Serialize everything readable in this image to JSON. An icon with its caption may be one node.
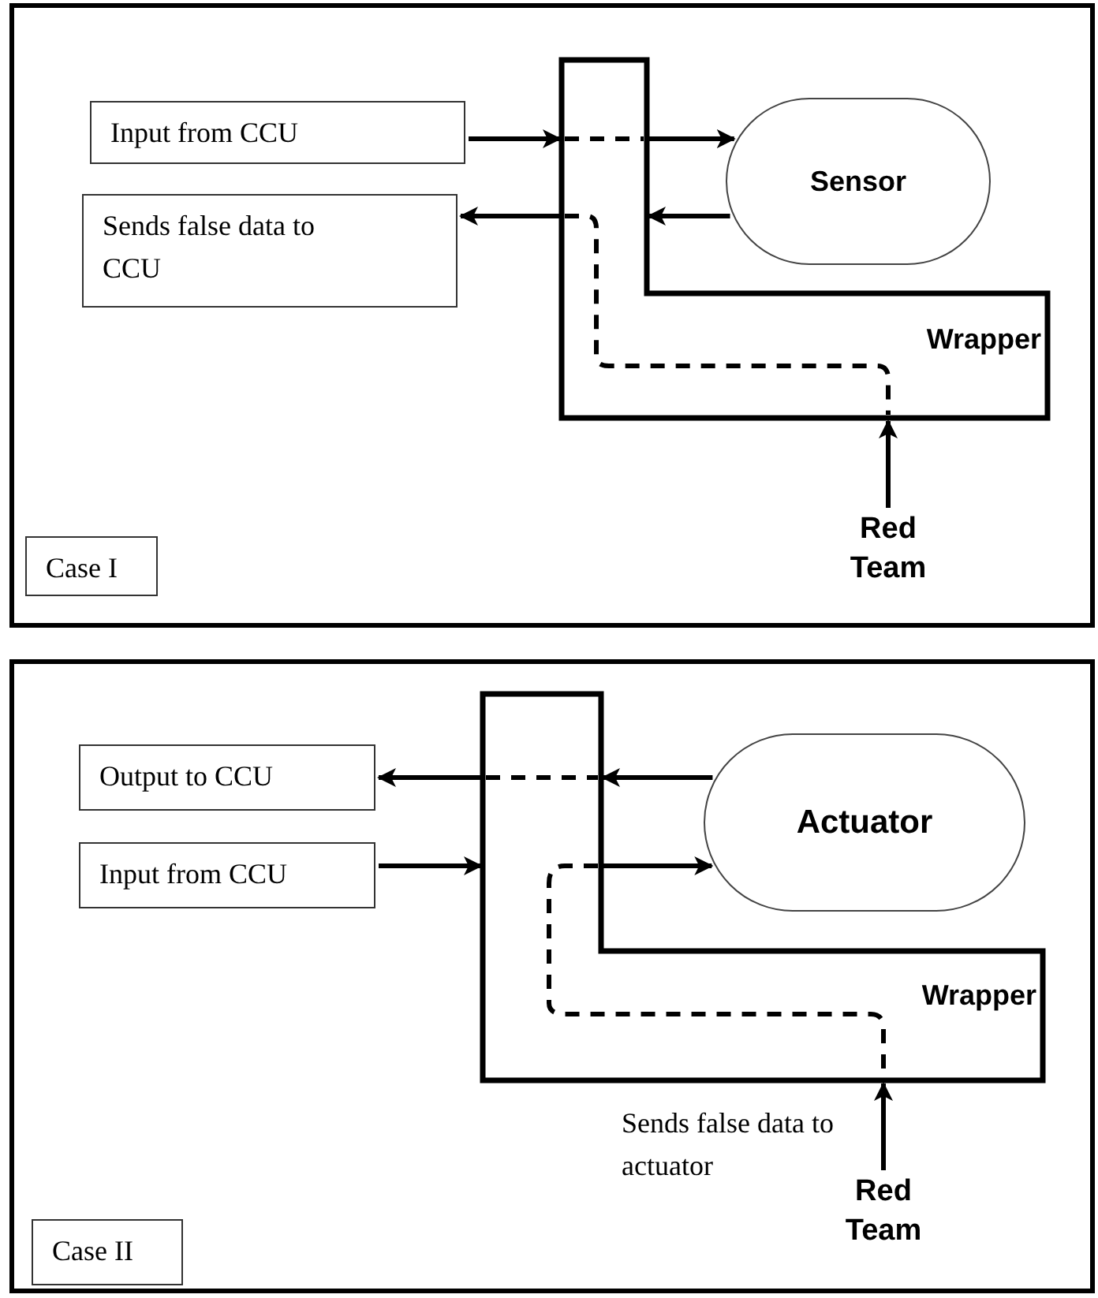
{
  "diagram": {
    "nodes": [
      {
        "text": [
          "Input from CCU"
        ]
      },
      {
        "text": [
          "Sends false data to CCU"
        ]
      },
      {
        "text": [
          "Sensor"
        ]
      },
      {
        "text": [
          "Wrapper"
        ]
      },
      {
        "text": [
          "Red Team"
        ]
      },
      {
        "text": [
          "Case I"
        ]
      },
      {
        "text": [
          "Output to CCU"
        ]
      },
      {
        "text": [
          "Input from CCU"
        ]
      },
      {
        "text": [
          "Actuator"
        ]
      },
      {
        "text": [
          "Wrapper"
        ]
      },
      {
        "text": [
          "Red Team"
        ]
      },
      {
        "text": [
          "Case II"
        ]
      }
    ],
    "edges": [
      {
        "from": 0,
        "to": 3,
        "arrow": "to"
      },
      {
        "from": 3,
        "to": 2,
        "arrow": "to"
      },
      {
        "from": 2,
        "to": 3,
        "arrow": "to"
      },
      {
        "from": 3,
        "to": 1,
        "arrow": "to"
      },
      {
        "from": 4,
        "to": 3,
        "arrow": "to"
      },
      {
        "from": 8,
        "to": 9,
        "arrow": "to"
      },
      {
        "from": 9,
        "to": 6,
        "arrow": "to"
      },
      {
        "from": 7,
        "to": 9,
        "arrow": "to"
      },
      {
        "from": 9,
        "to": 8,
        "arrow": "to"
      },
      {
        "from": 10,
        "to": 9,
        "arrow": "to",
        "label": "Sends false data to actuator"
      }
    ]
  }
}
